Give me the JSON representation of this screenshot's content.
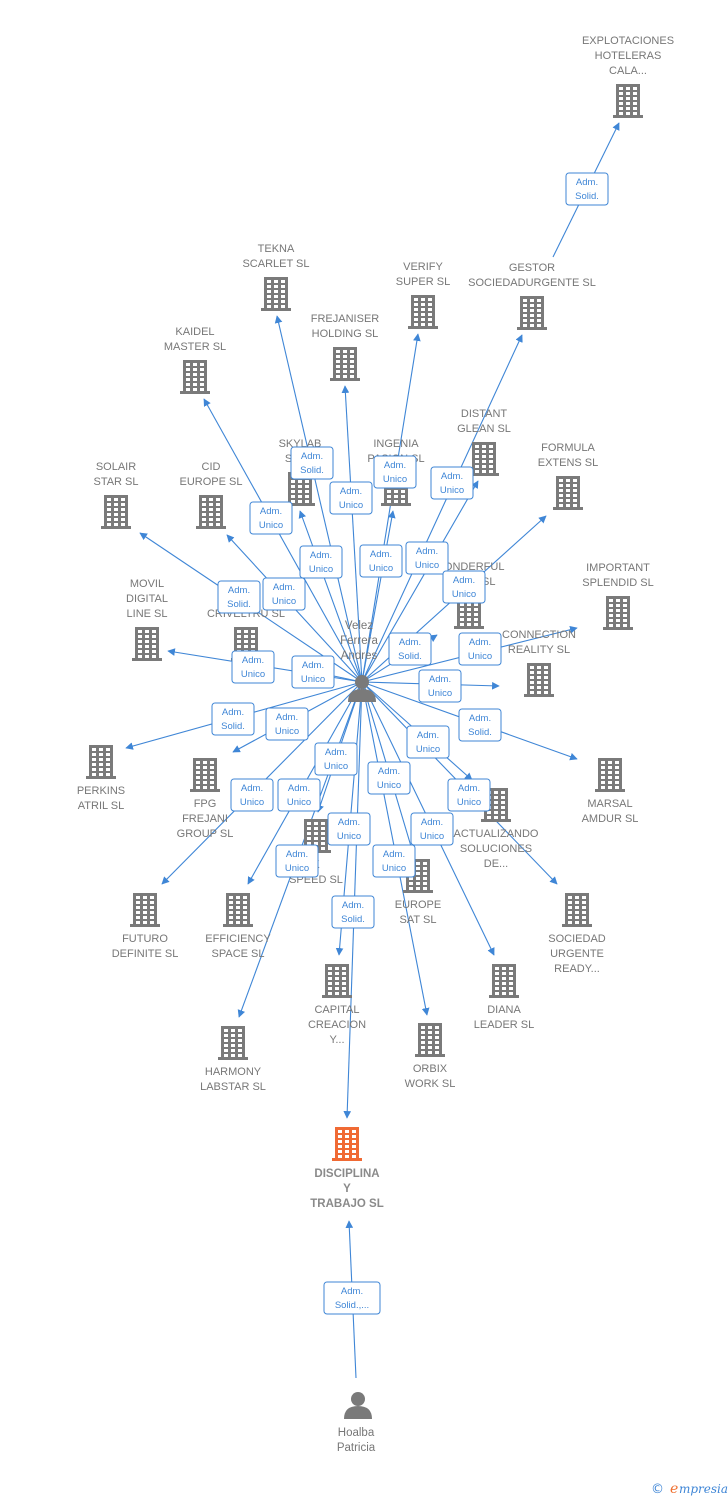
{
  "colors": {
    "edge": "#3f86d6",
    "company": "#7a7a7a",
    "target": "#f06a34",
    "person": "#7a7a7a"
  },
  "center": {
    "id": "velez",
    "lines": [
      "Velez",
      "Ferrera",
      "Andres"
    ]
  },
  "target": {
    "id": "disciplina",
    "lines": [
      "DISCIPLINA",
      "Y",
      "TRABAJO  SL"
    ]
  },
  "persons": [
    {
      "id": "velez",
      "lines": [
        "Velez",
        "Ferrera",
        "Andres"
      ]
    },
    {
      "id": "hoalba",
      "lines": [
        "Hoalba",
        "Patricia"
      ]
    }
  ],
  "companies": [
    {
      "id": "explotaciones",
      "lines": [
        "EXPLOTACIONES",
        "HOTELERAS",
        "CALA..."
      ]
    },
    {
      "id": "tekna",
      "lines": [
        "TEKNA",
        "SCARLET  SL"
      ]
    },
    {
      "id": "verify",
      "lines": [
        "VERIFY",
        "SUPER  SL"
      ]
    },
    {
      "id": "gestor",
      "lines": [
        "GESTOR",
        "SOCIEDADURGENTE SL"
      ]
    },
    {
      "id": "frejaniser",
      "lines": [
        "FREJANISER",
        "HOLDING  SL"
      ]
    },
    {
      "id": "kaidel",
      "lines": [
        "KAIDEL",
        "MASTER  SL"
      ]
    },
    {
      "id": "distant",
      "lines": [
        "DISTANT",
        "GLEAN  SL"
      ]
    },
    {
      "id": "skylab",
      "lines": [
        "SKYLAB",
        "SPA..."
      ]
    },
    {
      "id": "ingenia",
      "lines": [
        "INGENIA",
        "PASION  SL"
      ]
    },
    {
      "id": "formula",
      "lines": [
        "FORMULA",
        "EXTENS  SL"
      ]
    },
    {
      "id": "solair",
      "lines": [
        "SOLAIR",
        "STAR  SL"
      ]
    },
    {
      "id": "cid",
      "lines": [
        "CID",
        "EUROPE  SL"
      ]
    },
    {
      "id": "wonderful",
      "lines": [
        "WONDERFUL",
        "SPACE  SL"
      ]
    },
    {
      "id": "important",
      "lines": [
        "IMPORTANT",
        "SPLENDID  SL"
      ]
    },
    {
      "id": "movil",
      "lines": [
        "MOVIL",
        "DIGITAL",
        "LINE SL"
      ]
    },
    {
      "id": "criveltru",
      "lines": [
        "CRIVELTRU SL"
      ]
    },
    {
      "id": "connection",
      "lines": [
        "CONNECTION",
        "REALITY  SL"
      ]
    },
    {
      "id": "perkins",
      "lines": [
        "PERKINS",
        "ATRIL  SL"
      ]
    },
    {
      "id": "fpg",
      "lines": [
        "FPG",
        "FREJANI",
        "GROUP  SL"
      ]
    },
    {
      "id": "marsal",
      "lines": [
        "MARSAL",
        "AMDUR  SL"
      ]
    },
    {
      "id": "actualizando",
      "lines": [
        "ACTUALIZANDO",
        "SOLUCIONES",
        "DE..."
      ]
    },
    {
      "id": "kspeed",
      "lines": [
        "K",
        "SPEED  SL"
      ]
    },
    {
      "id": "europesat",
      "lines": [
        "EUROPE",
        "SAT  SL"
      ]
    },
    {
      "id": "futuro",
      "lines": [
        "FUTURO",
        "DEFINITE  SL"
      ]
    },
    {
      "id": "efficiency",
      "lines": [
        "EFFICIENCY",
        "SPACE  SL"
      ]
    },
    {
      "id": "sociedad",
      "lines": [
        "SOCIEDAD",
        "URGENTE",
        "READY..."
      ]
    },
    {
      "id": "capital",
      "lines": [
        "CAPITAL",
        "CREACION",
        "Y..."
      ]
    },
    {
      "id": "diana",
      "lines": [
        "DIANA",
        "LEADER  SL"
      ]
    },
    {
      "id": "orbix",
      "lines": [
        "ORBIX",
        "WORK  SL"
      ]
    },
    {
      "id": "harmony",
      "lines": [
        "HARMONY",
        "LABSTAR SL"
      ]
    }
  ],
  "edges": [
    {
      "from": "gestor",
      "to": "explotaciones",
      "label": [
        "Adm.",
        "Solid."
      ]
    },
    {
      "from": "velez",
      "to": "tekna",
      "label": [
        "Adm.",
        "Solid."
      ]
    },
    {
      "from": "velez",
      "to": "verify",
      "label": [
        "Adm.",
        "Unico"
      ]
    },
    {
      "from": "velez",
      "to": "gestor",
      "label": [
        "Adm.",
        "Unico"
      ]
    },
    {
      "from": "velez",
      "to": "frejaniser",
      "label": [
        "Adm.",
        "Unico"
      ]
    },
    {
      "from": "velez",
      "to": "kaidel",
      "label": [
        "Adm.",
        "Unico"
      ]
    },
    {
      "from": "velez",
      "to": "skylab",
      "label": [
        "Adm.",
        "Unico"
      ]
    },
    {
      "from": "velez",
      "to": "ingenia",
      "label": [
        "Adm.",
        "Unico"
      ]
    },
    {
      "from": "velez",
      "to": "distant",
      "label": [
        "Adm.",
        "Unico"
      ]
    },
    {
      "from": "velez",
      "to": "formula",
      "label": [
        "Adm.",
        "Unico"
      ]
    },
    {
      "from": "velez",
      "to": "solair",
      "label": [
        "Adm.",
        "Solid."
      ]
    },
    {
      "from": "velez",
      "to": "cid",
      "label": [
        "Adm.",
        "Unico"
      ]
    },
    {
      "from": "velez",
      "to": "wonderful",
      "label": [
        "Adm.",
        "Solid."
      ]
    },
    {
      "from": "velez",
      "to": "important",
      "label": [
        "Adm.",
        "Unico"
      ]
    },
    {
      "from": "velez",
      "to": "movil",
      "label": [
        "Adm.",
        "Unico"
      ]
    },
    {
      "from": "velez",
      "to": "criveltru",
      "label": [
        "Adm.",
        "Unico"
      ]
    },
    {
      "from": "velez",
      "to": "connection",
      "label": [
        "Adm.",
        "Unico"
      ]
    },
    {
      "from": "velez",
      "to": "perkins",
      "label": [
        "Adm.",
        "Solid."
      ]
    },
    {
      "from": "velez",
      "to": "fpg",
      "label": [
        "Adm.",
        "Unico"
      ]
    },
    {
      "from": "velez",
      "to": "marsal",
      "label": [
        "Adm.",
        "Solid."
      ]
    },
    {
      "from": "velez",
      "to": "actualizando",
      "label": [
        "Adm.",
        "Unico"
      ]
    },
    {
      "from": "velez",
      "to": "kspeed",
      "label": [
        "Adm.",
        "Unico"
      ]
    },
    {
      "from": "velez",
      "to": "europesat",
      "label": [
        "Adm.",
        "Unico"
      ]
    },
    {
      "from": "velez",
      "to": "futuro",
      "label": [
        "Adm.",
        "Unico"
      ]
    },
    {
      "from": "velez",
      "to": "efficiency",
      "label": [
        "Adm.",
        "Unico"
      ]
    },
    {
      "from": "velez",
      "to": "sociedad",
      "label": [
        "Adm.",
        "Unico"
      ]
    },
    {
      "from": "velez",
      "to": "capital",
      "label": [
        "Adm.",
        "Solid."
      ]
    },
    {
      "from": "velez",
      "to": "diana",
      "label": [
        "Adm.",
        "Unico"
      ]
    },
    {
      "from": "velez",
      "to": "orbix",
      "label": [
        "Adm.",
        "Unico"
      ]
    },
    {
      "from": "velez",
      "to": "harmony",
      "label": [
        "Adm.",
        "Unico"
      ]
    },
    {
      "from": "velez",
      "to": "disciplina",
      "label": [
        "Adm.",
        "Unico"
      ]
    },
    {
      "from": "hoalba",
      "to": "disciplina",
      "label": [
        "Adm.",
        "Solid.,..."
      ]
    }
  ],
  "footer": {
    "copyright": "©",
    "brand_initial": "e",
    "brand_rest": "mpresia"
  }
}
